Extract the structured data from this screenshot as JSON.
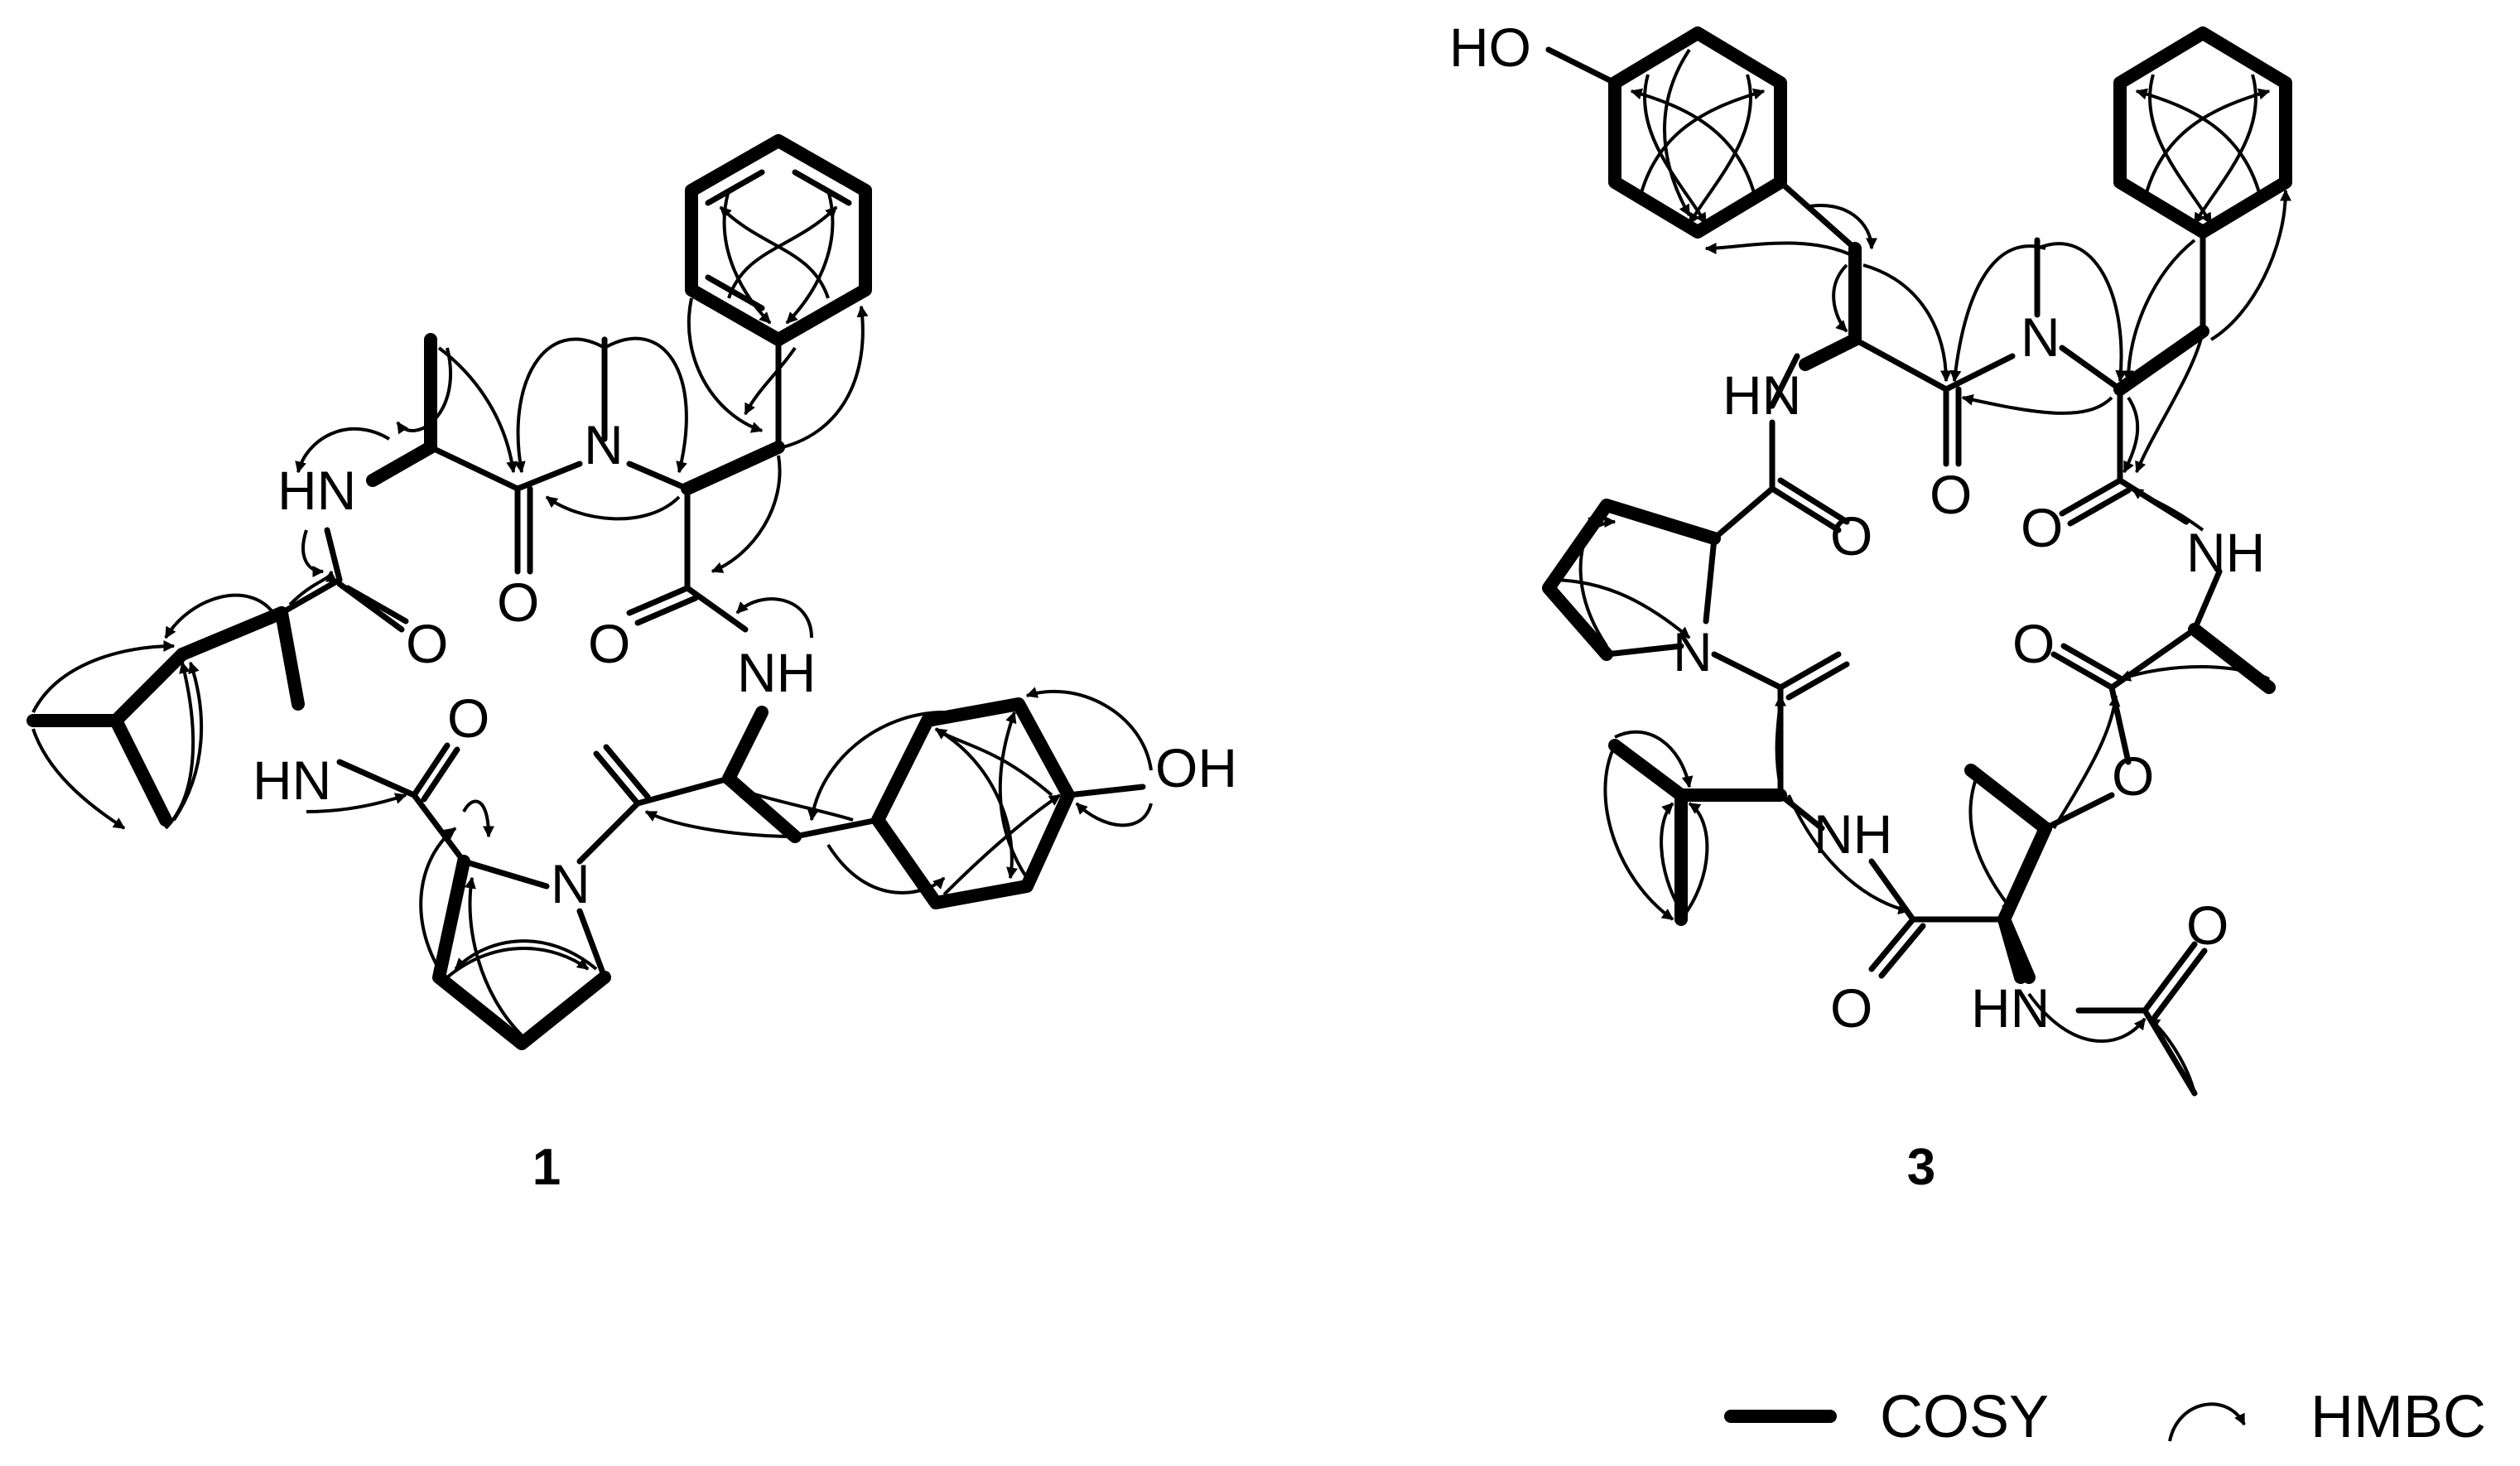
{
  "compounds": [
    {
      "id": "1",
      "atom_labels": [
        "HN",
        "HN",
        "N",
        "N",
        "O",
        "O",
        "O",
        "O",
        "NH",
        "OH"
      ]
    },
    {
      "id": "3",
      "atom_labels": [
        "HO",
        "HN",
        "N",
        "O",
        "NH",
        "O",
        "N",
        "O",
        "O",
        "NH",
        "O",
        "HN",
        "O",
        "O"
      ]
    }
  ],
  "legend": {
    "cosy_label": "COSY",
    "hmbc_label": "HMBC"
  }
}
